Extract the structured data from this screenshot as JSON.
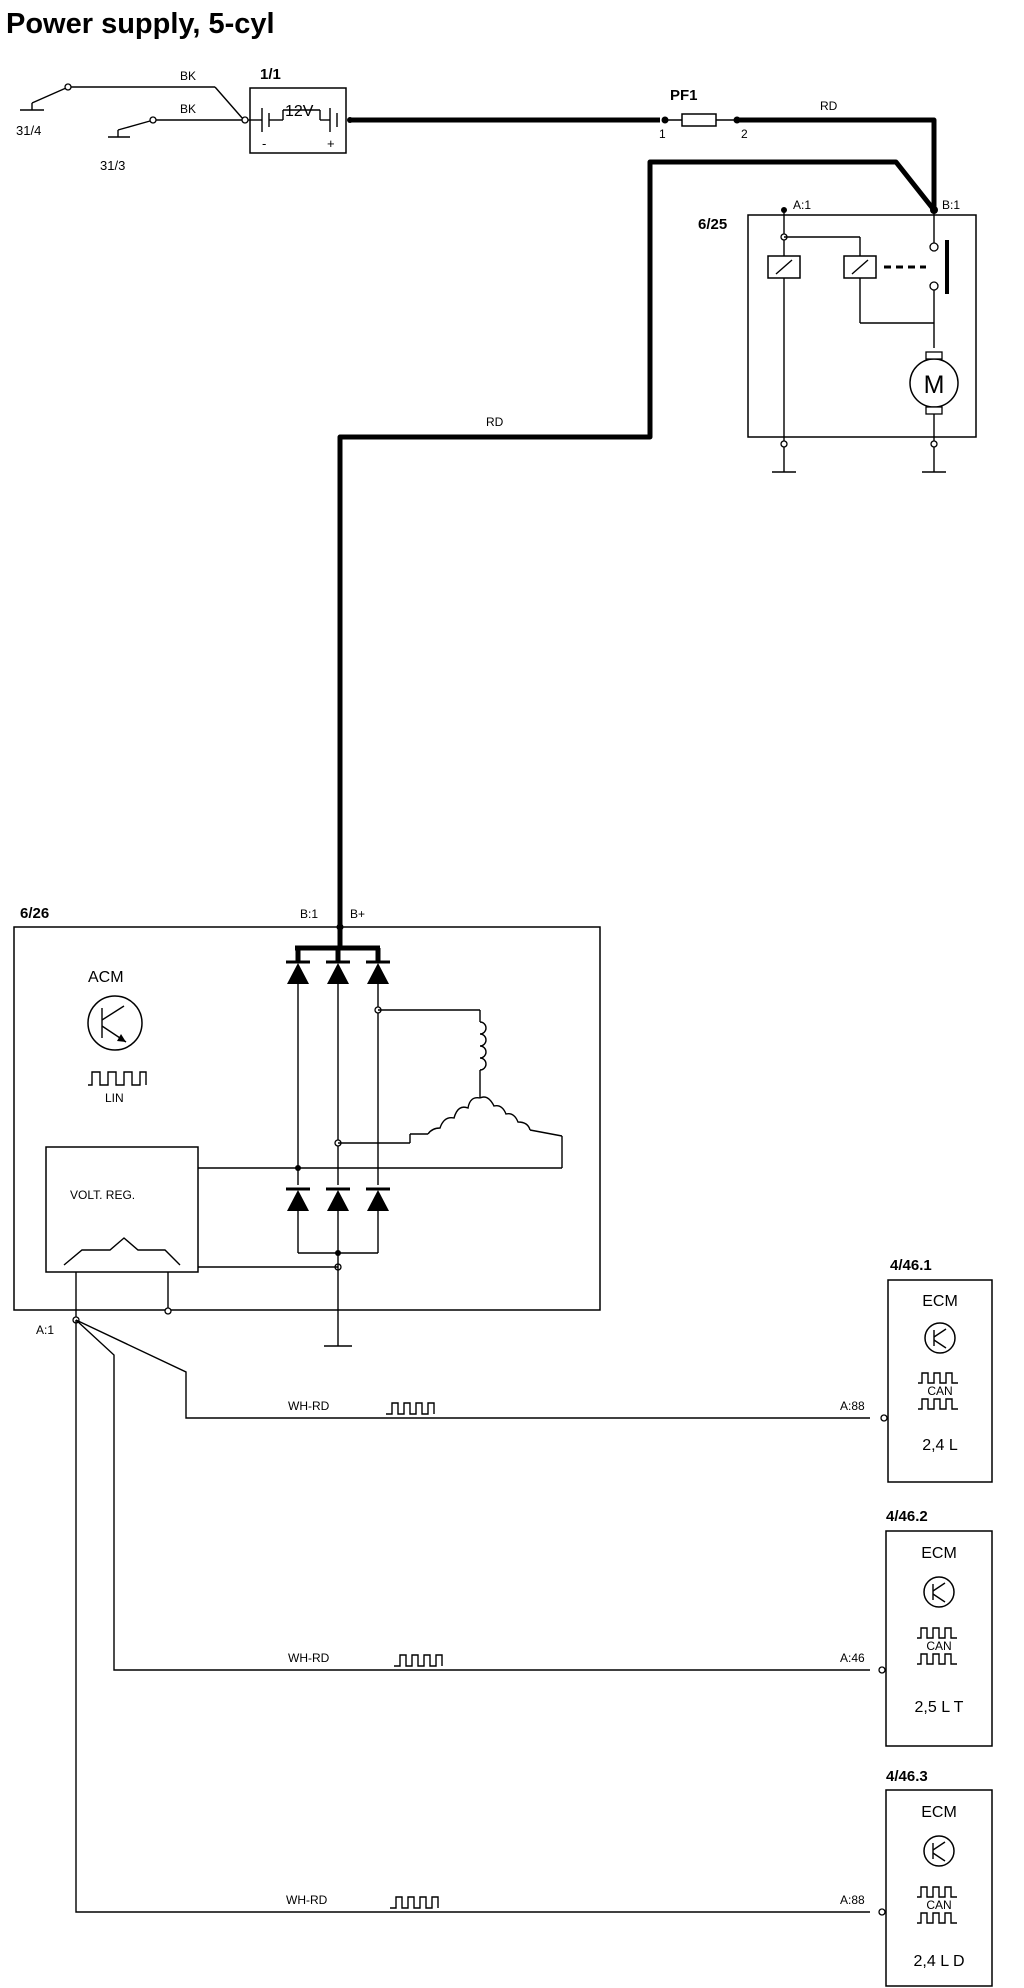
{
  "title": "Power supply, 5-cyl",
  "grounds": {
    "g1": "31/4",
    "g2": "31/3"
  },
  "wires": {
    "bk1": "BK",
    "bk2": "BK",
    "rd1": "RD",
    "rd2": "RD",
    "wh_rd1": "WH-RD",
    "wh_rd2": "WH-RD",
    "wh_rd3": "WH-RD"
  },
  "battery": {
    "id": "1/1",
    "voltage": "12V",
    "minus": "-",
    "plus": "+"
  },
  "fuse": {
    "id": "PF1",
    "pin1": "1",
    "pin2": "2"
  },
  "starter": {
    "id": "6/25",
    "pin_a": "A:1",
    "pin_b": "B:1",
    "motor": "M"
  },
  "generator": {
    "id": "6/26",
    "pin_b1": "B:1",
    "pin_bplus": "B+",
    "acm": "ACM",
    "lin": "LIN",
    "regulator": "VOLT. REG.",
    "pin_a1": "A:1"
  },
  "ecm1": {
    "id": "4/46.1",
    "name": "ECM",
    "can": "CAN",
    "variant": "2,4 L",
    "pin": "A:88"
  },
  "ecm2": {
    "id": "4/46.2",
    "name": "ECM",
    "can": "CAN",
    "variant": "2,5 L T",
    "pin": "A:46"
  },
  "ecm3": {
    "id": "4/46.3",
    "name": "ECM",
    "can": "CAN",
    "variant": "2,4 L D",
    "pin": "A:88"
  }
}
